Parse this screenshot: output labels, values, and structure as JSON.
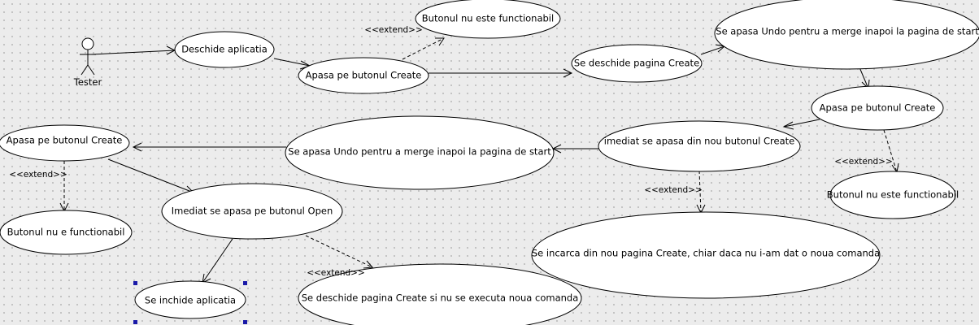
{
  "actor": {
    "name": "Tester"
  },
  "use_cases": {
    "deschide_aplicatia": "Deschide aplicatia",
    "apasa_create_1": "Apasa pe butonul Create",
    "butonul_nefunctional_1": "Butonul nu este functionabil",
    "se_deschide_create": "Se deschide pagina Create",
    "undo_start_1": "Se apasa Undo pentru a merge inapoi la pagina de start",
    "apasa_create_2": "Apasa pe butonul Create",
    "butonul_nefunctional_2": "Butonul nu este functionabil",
    "imediat_din_nou_create": "imediat se apasa din nou butonul Create",
    "se_incarca_din_nou": "Se incarca din nou pagina Create, chiar daca nu i-am dat o noua comanda",
    "undo_start_2": "Se apasa Undo pentru a merge inapoi la pagina de start",
    "apasa_create_3": "Apasa pe butonul Create",
    "butonul_nu_e_functionabil": "Butonul nu e functionabil",
    "imediat_open": "Imediat se apasa pe butonul Open",
    "se_inchide_aplicatia": "Se inchide aplicatia",
    "se_deschide_create_fara_comanda": "Se deschide pagina Create si nu se executa noua comanda"
  },
  "relations": {
    "extend_label": "<<extend>>"
  }
}
